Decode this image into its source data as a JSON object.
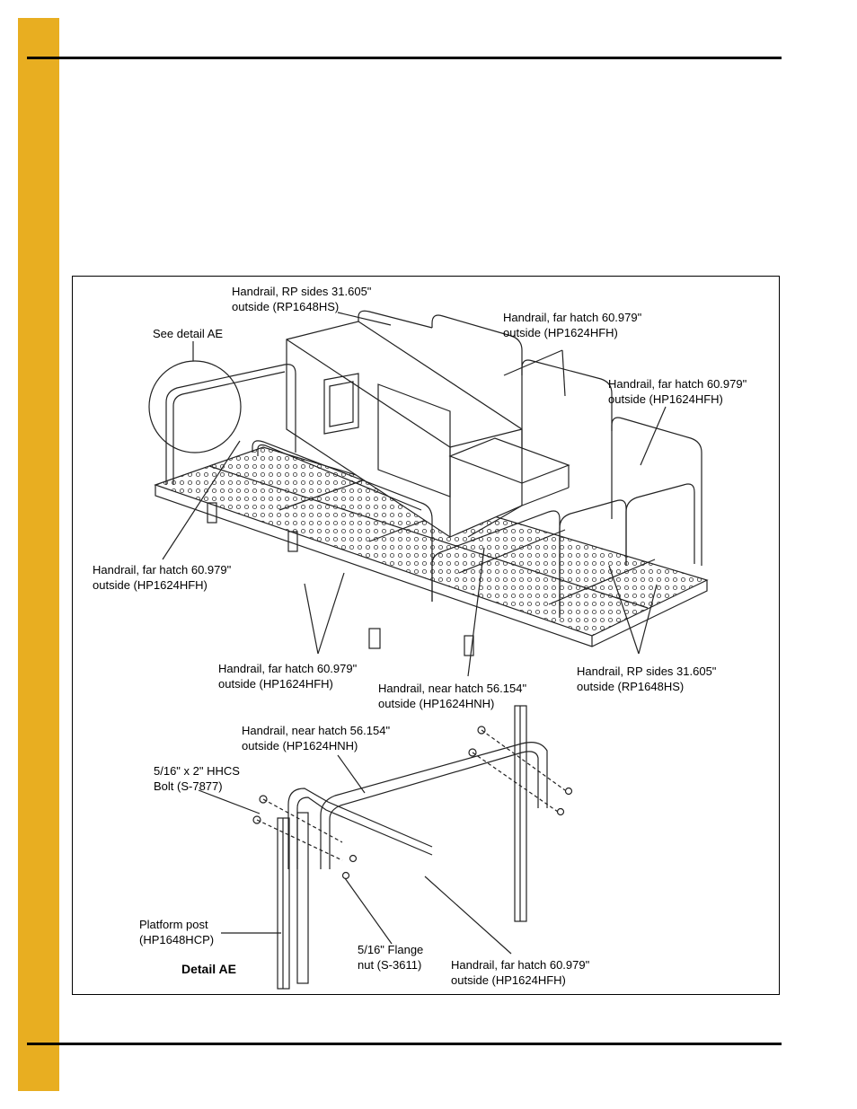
{
  "colors": {
    "side_tab": "#E8AE21",
    "rules": "#000000",
    "line_art": "#222222"
  },
  "callouts": {
    "rp_sides_top": {
      "line1": "Handrail, RP sides 31.605\"",
      "line2": "outside (RP1648HS)"
    },
    "far_hatch_top": {
      "line1": "Handrail, far hatch 60.979\"",
      "line2": "outside (HP1624HFH)"
    },
    "see_detail": {
      "line1": "See detail AE"
    },
    "far_hatch_right": {
      "line1": "Handrail, far hatch 60.979\"",
      "line2": "outside (HP1624HFH)"
    },
    "far_hatch_left": {
      "line1": "Handrail, far hatch 60.979\"",
      "line2": "outside (HP1624HFH)"
    },
    "far_hatch_bottom": {
      "line1": "Handrail, far hatch 60.979\"",
      "line2": "outside (HP1624HFH)"
    },
    "near_hatch_bottom": {
      "line1": "Handrail, near hatch 56.154\"",
      "line2": "outside (HP1624HNH)"
    },
    "rp_sides_bottom": {
      "line1": "Handrail, RP sides 31.605\"",
      "line2": "outside (RP1648HS)"
    }
  },
  "detail": {
    "near_hatch": {
      "line1": "Handrail, near hatch 56.154\"",
      "line2": "outside (HP1624HNH)"
    },
    "bolt": {
      "line1": "5/16\" x 2\" HHCS",
      "line2": "Bolt (S-7877)"
    },
    "post": {
      "line1": "Platform post",
      "line2": "(HP1648HCP)"
    },
    "flange_nut": {
      "line1": "5/16\" Flange",
      "line2": "nut (S-3611)"
    },
    "far_hatch": {
      "line1": "Handrail, far hatch 60.979\"",
      "line2": "outside (HP1624HFH)"
    },
    "title": "Detail AE"
  }
}
